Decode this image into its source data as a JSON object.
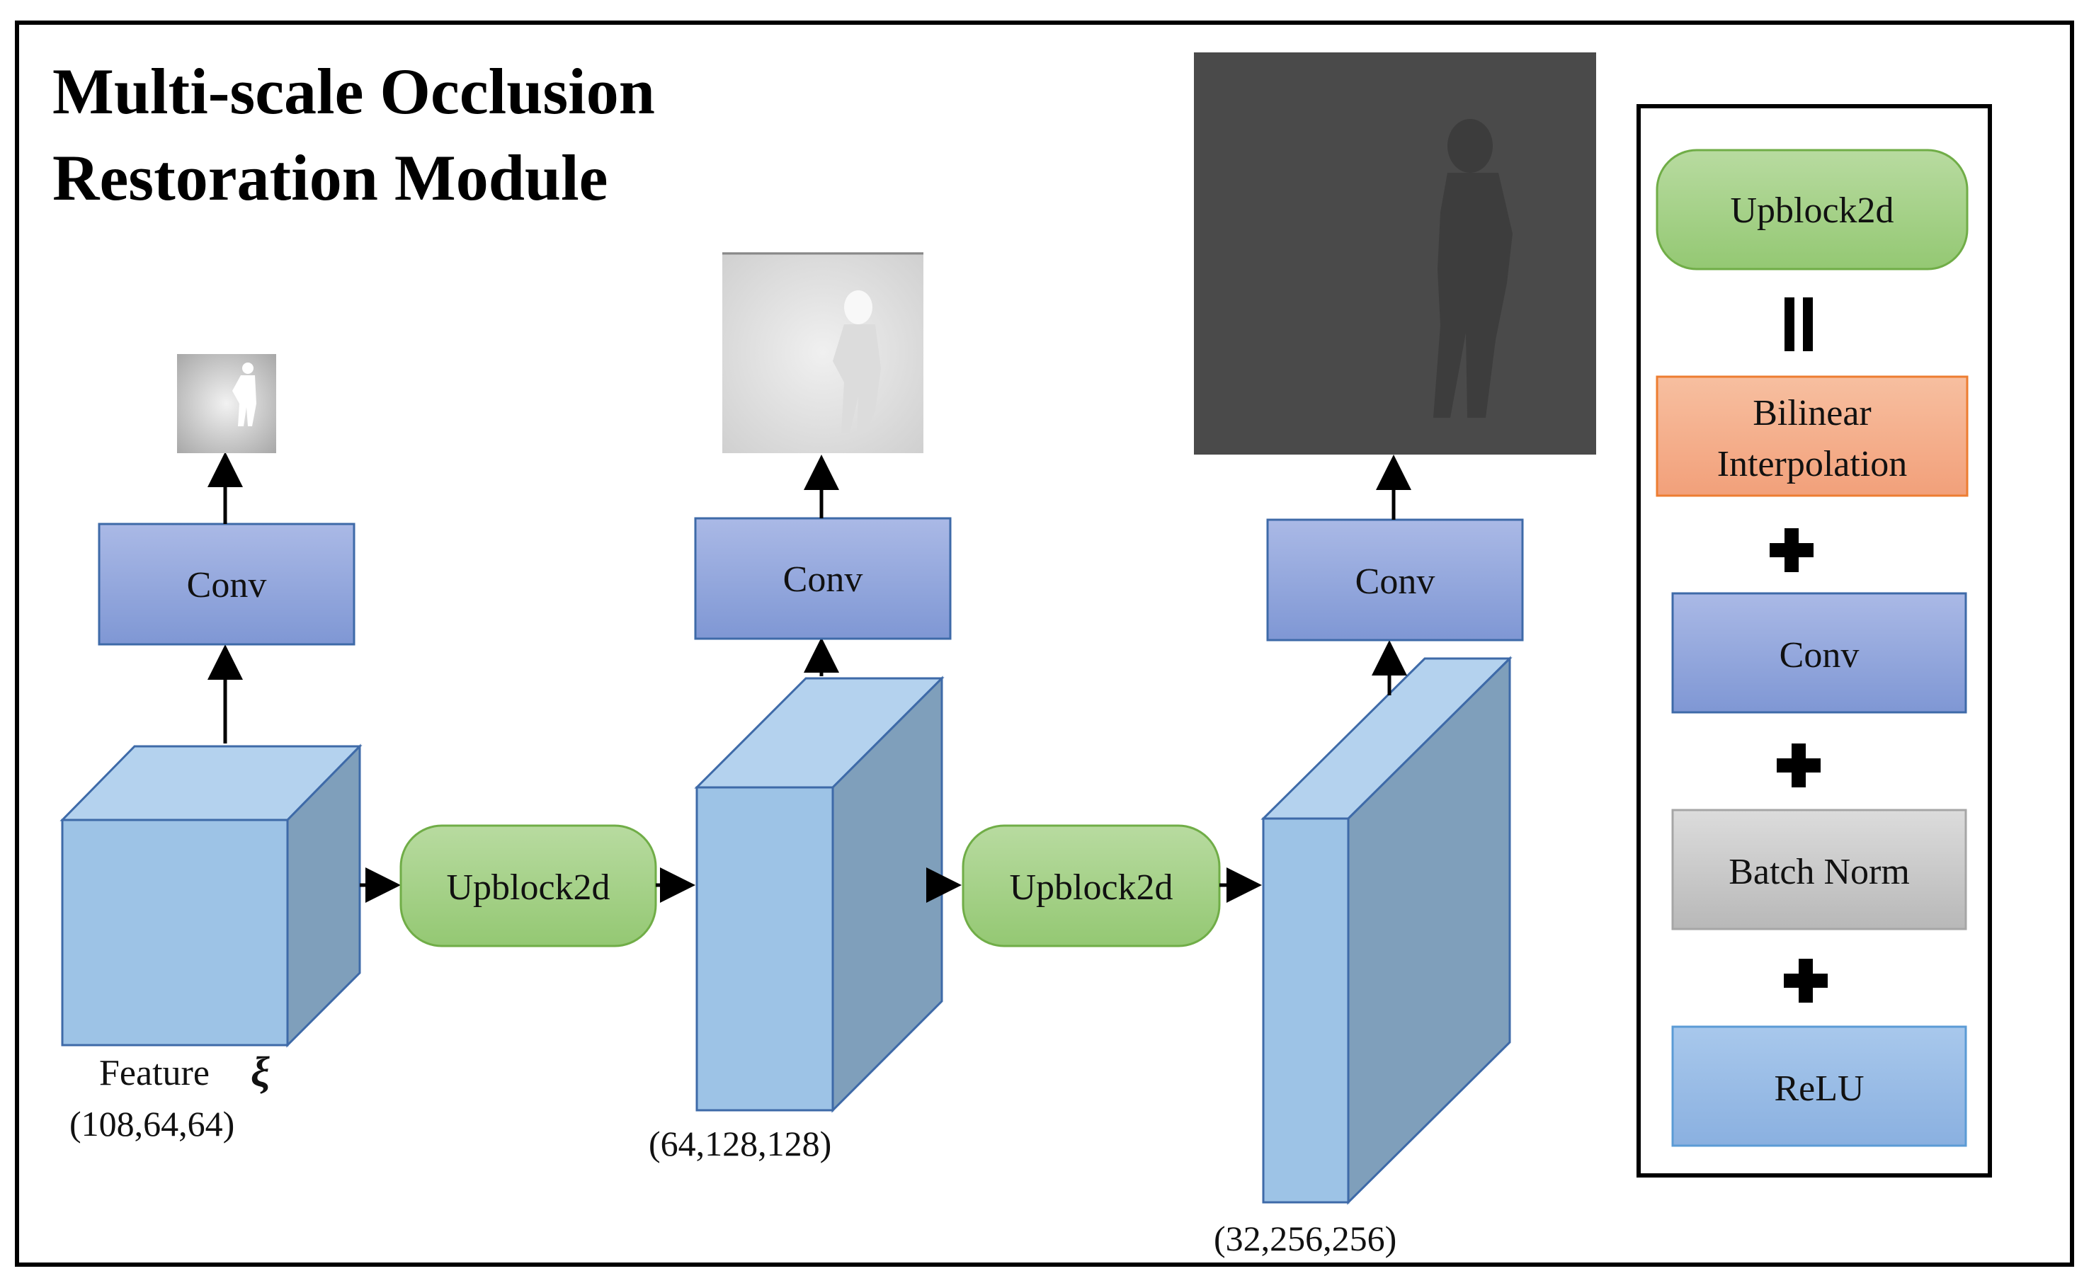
{
  "title": {
    "line1": "Multi-scale Occlusion",
    "line2": "Restoration Module"
  },
  "stages": [
    {
      "feature_label": "Feature",
      "feature_symbol": "ξ",
      "shape": "(108,64,64)",
      "head_label": "Conv"
    },
    {
      "shape": "(64,128,128)",
      "head_label": "Conv"
    },
    {
      "shape": "(32,256,256)",
      "head_label": "Conv"
    }
  ],
  "connectors": [
    {
      "label": "Upblock2d"
    },
    {
      "label": "Upblock2d"
    }
  ],
  "legend": {
    "items": [
      {
        "label": "Upblock2d",
        "color": "#a9d18e"
      },
      {
        "label": "Bilinear Interpolation",
        "line1": "Bilinear",
        "line2": "Interpolation",
        "color": "#f4b183"
      },
      {
        "label": "Conv",
        "color": "#8faadc"
      },
      {
        "label": "Batch Norm",
        "color": "#d0d0d0"
      },
      {
        "label": "ReLU",
        "color": "#9dc3e6"
      }
    ],
    "operators": [
      "=",
      "+",
      "+",
      "+"
    ]
  },
  "colors": {
    "cube_front": "#9dc3e6",
    "cube_side": "#7f9fbb",
    "cube_top": "#b4d2ee",
    "conv_fill": "#8faadc",
    "upblock_fill": "#a9d18e",
    "upblock_stroke": "#70ad47"
  },
  "icons": [
    "person-silhouette-map-small",
    "person-silhouette-map-medium",
    "person-silhouette-map-large"
  ]
}
